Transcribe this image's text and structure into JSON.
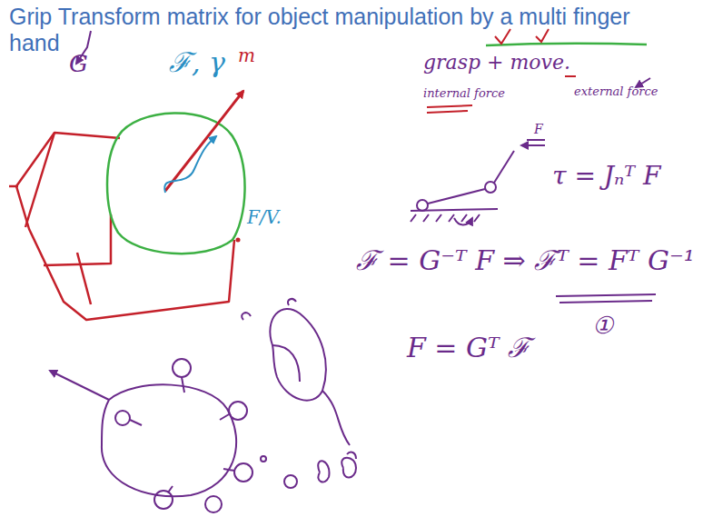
{
  "diagram": {
    "title": "Grip Transform matrix for object manipulation by a multi finger hand",
    "labels": [
      "G",
      "ℱ, γ",
      "m",
      "F/V.",
      "grasp + move.",
      "internal force",
      "external force",
      "F",
      "τ = Jₙᵀ F",
      "ℱ = G⁻ᵀ F ⇒ ℱᵀ = Fᵀ G⁻¹",
      "①",
      "F = Gᵀ ℱ"
    ]
  }
}
